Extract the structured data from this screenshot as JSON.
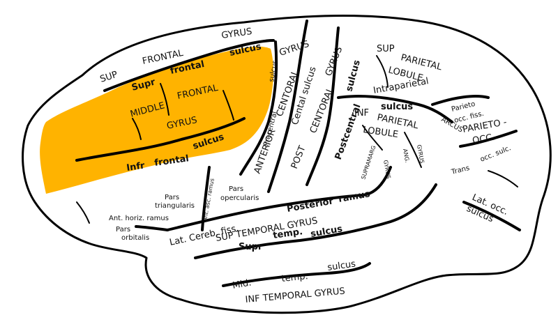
{
  "highlight": {
    "region": "Middle frontal gyrus",
    "color": "#FFB300"
  },
  "labels": {
    "sup_frontal_gyrus": [
      "SUP",
      "FRONTAL",
      "GYRUS"
    ],
    "sup_frontal_sulcus": [
      "Supr",
      "frontal",
      "sulcus"
    ],
    "middle_frontal_gyrus": [
      "MIDDLE",
      "FRONTAL",
      "GYRUS"
    ],
    "inf_frontal_sulcus": [
      "Infr",
      "frontal",
      "sulcus"
    ],
    "precentral_sulcus": [
      "Precentral",
      "sulcus"
    ],
    "anterior_central_gyrus": [
      "ANTERIOR",
      "CENTORAL",
      "GYRUS"
    ],
    "central_sulcus": "Cental sulcus",
    "post_central_gyrus": [
      "POST",
      "CENTORAL",
      "GYRUS"
    ],
    "postcentral_sulcus": [
      "Postcentral",
      "sulcus"
    ],
    "sup_parietal_lobule": [
      "SUP",
      "PARIETAL",
      "LOBULE"
    ],
    "intraparietal_sulcus": [
      "Intraparietal",
      "sulcus"
    ],
    "inf_parietal_lobule": [
      "INF",
      "PARIETAL",
      "LOBULE"
    ],
    "arcus": "ARCUS",
    "parieto_occ_fiss": [
      "Parieto",
      "occ. fiss."
    ],
    "parieto_occ": [
      "PARIETO -",
      "OCC."
    ],
    "trans_occ_sulc": [
      "Trans",
      "occ. sulc."
    ],
    "lat_occ_sulcus": [
      "Lat. occ.",
      "sulcus"
    ],
    "supramarg_gyrus": [
      "SUPRAMARG",
      "GYRUS"
    ],
    "ang_gyrus": [
      "ANG.",
      "GYRUS"
    ],
    "pars_triangularis": [
      "Pars",
      "triangularis"
    ],
    "ant_asc_ramus": "Ant. asc. ramus",
    "pars_opercularis": [
      "Pars",
      "opercularis"
    ],
    "ant_horiz_ramus": "Ant. horiz. ramus",
    "pars_orbitalis": [
      "Pars",
      "orbitalis"
    ],
    "lat_cereb_fiss": "Lat. Cereb. fiss.",
    "posterior_ramus": [
      "Posterior",
      "ramus"
    ],
    "sup_temporal_gyrus": "SUP TEMPORAL GYRUS",
    "sup_temp_sulcus": [
      "Supr",
      "temp.",
      "sulcus"
    ],
    "mid_temp_sulcus": [
      "Mid.",
      "temp.",
      "sulcus"
    ],
    "inf_temporal_gyrus": "INF TEMPORAL GYRUS"
  }
}
